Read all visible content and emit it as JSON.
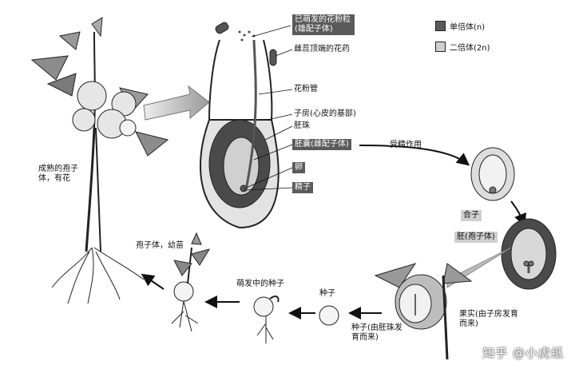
{
  "legend": {
    "haploid": "单倍体(n)",
    "diploid": "二倍体(2n)",
    "haploid_color": "#5a5a5a",
    "diploid_color": "#cfcfcf"
  },
  "labels": {
    "mature_sporophyte": "成熟的孢子体，有花",
    "germinated_pollen": "已萌发的花粉粒(雄配子体)",
    "anther": "雌蕊顶端的花药",
    "pollen_tube": "花粉管",
    "ovary": "子房(心皮的基部)",
    "ovule": "胚珠",
    "embryo_sac": "胚囊(雌配子体)",
    "egg": "卵",
    "sperm": "精子",
    "fertilization": "受精作用",
    "zygote": "合子",
    "embryo": "胚(孢子体)",
    "fruit": "果实(由子房发育而来)",
    "seed_from_ovule": "种子(由胚珠发育而来)",
    "seed": "种子",
    "germinating_seed": "萌发中的种子",
    "sporophyte_seedling": "孢子体，幼苗"
  },
  "watermark": "知乎 @小虎纸"
}
